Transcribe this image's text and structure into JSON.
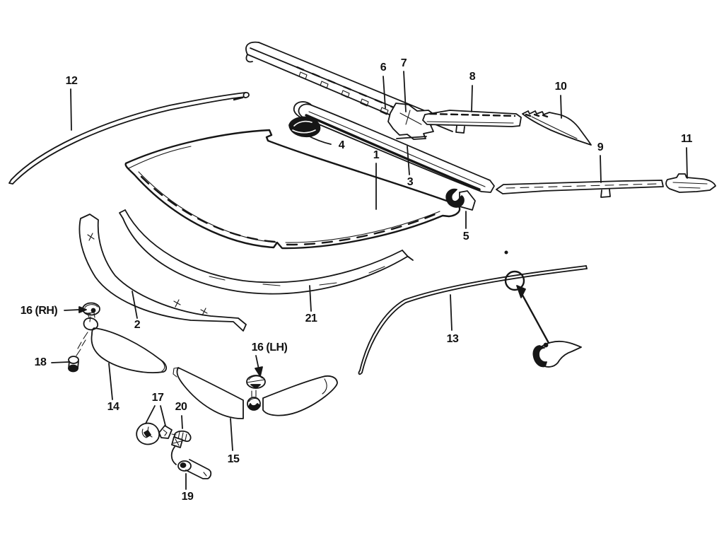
{
  "figure": {
    "background_color": "#ffffff",
    "ink_color": "#161616"
  },
  "callouts": [
    {
      "label": "12"
    },
    {
      "label": "6"
    },
    {
      "label": "7"
    },
    {
      "label": "8"
    },
    {
      "label": "10"
    },
    {
      "label": "9"
    },
    {
      "label": "11"
    },
    {
      "label": "4"
    },
    {
      "label": "1"
    },
    {
      "label": "3"
    },
    {
      "label": "5"
    },
    {
      "label": "2"
    },
    {
      "label": "21"
    },
    {
      "label": "13"
    },
    {
      "label": "16 (RH)"
    },
    {
      "label": "18"
    },
    {
      "label": "14"
    },
    {
      "label": "16 (LH)"
    },
    {
      "label": "17"
    },
    {
      "label": "20"
    },
    {
      "label": "15"
    },
    {
      "label": "19"
    }
  ]
}
